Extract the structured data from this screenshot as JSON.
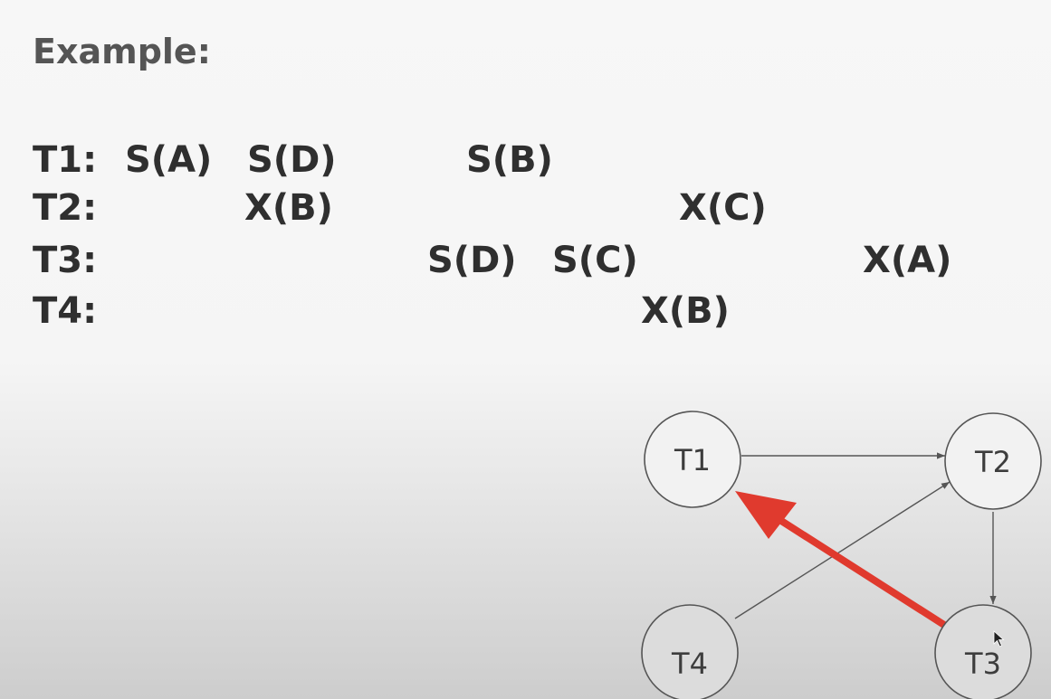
{
  "title": "Example:",
  "schedule": {
    "rows": [
      {
        "label": "T1:",
        "ops": [
          "S(A)",
          "S(D)",
          "S(B)"
        ]
      },
      {
        "label": "T2:",
        "ops": [
          "X(B)",
          "X(C)"
        ]
      },
      {
        "label": "T3:",
        "ops": [
          "S(D)",
          "S(C)",
          "X(A)"
        ]
      },
      {
        "label": "T4:",
        "ops": [
          "X(B)"
        ]
      }
    ]
  },
  "graph": {
    "nodes": [
      {
        "id": "T1",
        "label": "T1"
      },
      {
        "id": "T2",
        "label": "T2"
      },
      {
        "id": "T3",
        "label": "T3"
      },
      {
        "id": "T4",
        "label": "T4"
      }
    ],
    "edges": [
      {
        "from": "T1",
        "to": "T2",
        "highlight": false
      },
      {
        "from": "T2",
        "to": "T3",
        "highlight": false
      },
      {
        "from": "T4",
        "to": "T2",
        "highlight": false
      },
      {
        "from": "T3",
        "to": "T1",
        "highlight": true
      }
    ],
    "colors": {
      "edge": "#555555",
      "highlight": "#e03a2e",
      "node_stroke": "#555555"
    }
  }
}
